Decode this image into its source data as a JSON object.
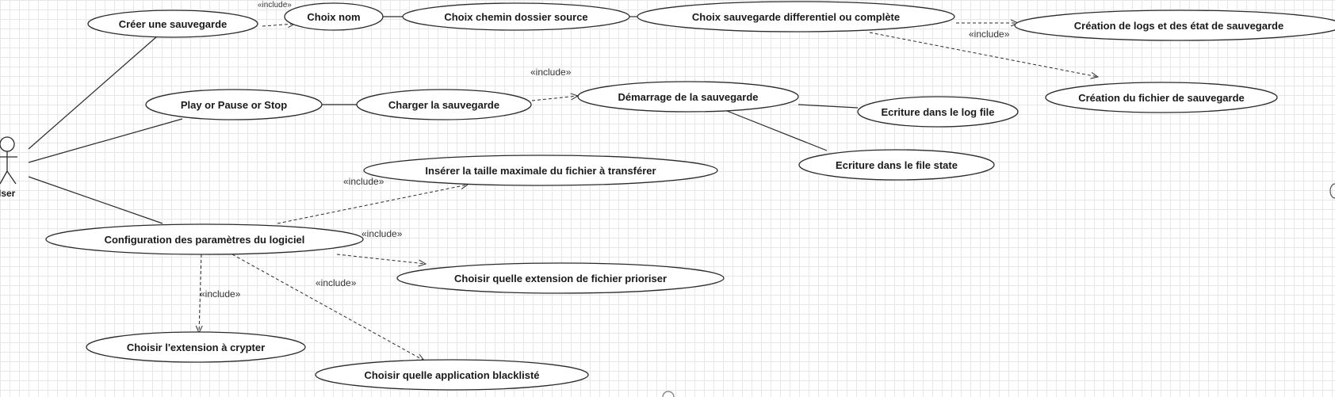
{
  "diagram": {
    "actor": {
      "label": "User",
      "visible_label": "Iser"
    },
    "use_cases": {
      "creer_sauvegarde": "Créer une sauvegarde",
      "choix_nom": "Choix nom",
      "choix_chemin": "Choix chemin dossier source",
      "choix_type": "Choix sauvegarde differentiel ou complète",
      "creation_logs": "Création de logs et des état de sauvegarde",
      "creation_fichier": "Création du fichier de sauvegarde",
      "play_pause_stop": "Play or Pause or Stop",
      "charger": "Charger la sauvegarde",
      "demarrage": "Démarrage de la sauvegarde",
      "ecriture_log": "Ecriture dans le log file",
      "ecriture_state": "Ecriture dans le file state",
      "taille_max": "Insérer la taille maximale du fichier à transférer",
      "configuration": "Configuration des paramètres du logiciel",
      "extension_prioriser": "Choisir quelle extension de fichier prioriser",
      "extension_crypter": "Choisir l'extension à crypter",
      "blacklist": "Choisir quelle application blacklisté"
    },
    "stereotype": "«include»"
  }
}
